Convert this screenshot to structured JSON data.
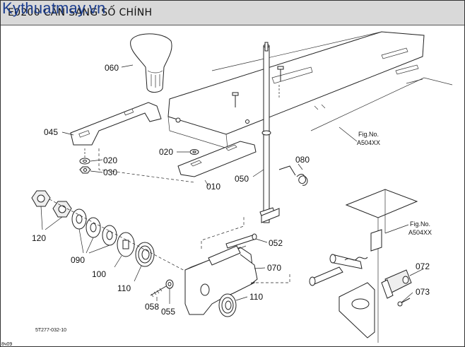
{
  "header": {
    "title": "E0200 CẦN SANG SỐ CHÍNH",
    "watermark": "Kythuatmay.vn"
  },
  "callouts": {
    "c060": "060",
    "c045": "045",
    "c020a": "020",
    "c030": "030",
    "c020b": "020",
    "c010": "010",
    "c050": "050",
    "c080": "080",
    "c052": "052",
    "c070": "070",
    "c110a": "110",
    "c110b": "110",
    "c120": "120",
    "c090": "090",
    "c100": "100",
    "c058": "058",
    "c055": "055",
    "c072": "072",
    "c073": "073"
  },
  "references": {
    "ref1_line1": "Fig.No.",
    "ref1_line2": "A504XX",
    "ref2_line1": "Fig.No.",
    "ref2_line2": "A504XX"
  },
  "footer": {
    "drawing_code": "5T277-032-10",
    "corner_mark": "8ч09"
  }
}
